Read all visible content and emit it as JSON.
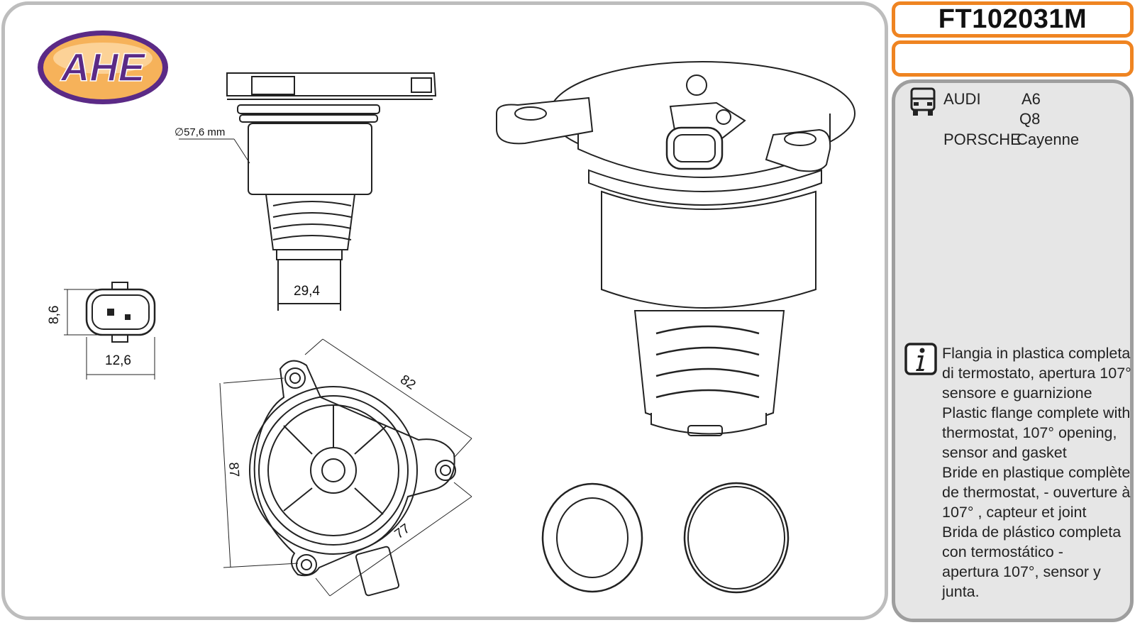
{
  "brand": {
    "logo_text": "AHE",
    "colors": {
      "orange": "#ef8421",
      "purple": "#5b2a86",
      "gold": "#f6b25a"
    }
  },
  "product": {
    "code": "FT102031M"
  },
  "dimensions": {
    "diameter": "∅57,6 mm",
    "bottom_width": "29,4",
    "connector_height": "8,6",
    "connector_width": "12,6",
    "ear_span": "82",
    "flange_height": "87",
    "ear_offset": "77"
  },
  "applications": {
    "icon": "car-front-icon",
    "rows": [
      {
        "make": "AUDI",
        "model": "A6"
      },
      {
        "make": "",
        "model": "Q8"
      },
      {
        "make": "PORSCHE",
        "model": "Cayenne"
      }
    ]
  },
  "description": {
    "icon": "info-icon",
    "lines": [
      "Flangia in plastica completa",
      "di termostato, apertura 107°",
      "sensore e guarnizione",
      "Plastic flange complete with",
      "thermostat, 107° opening,",
      "sensor and gasket",
      "Bride en plastique complète",
      "de thermostat, - ouverture à",
      "107° , capteur et joint",
      "Brida de plástico completa",
      "con termostático -",
      "apertura 107°, sensor y",
      "junta."
    ]
  }
}
